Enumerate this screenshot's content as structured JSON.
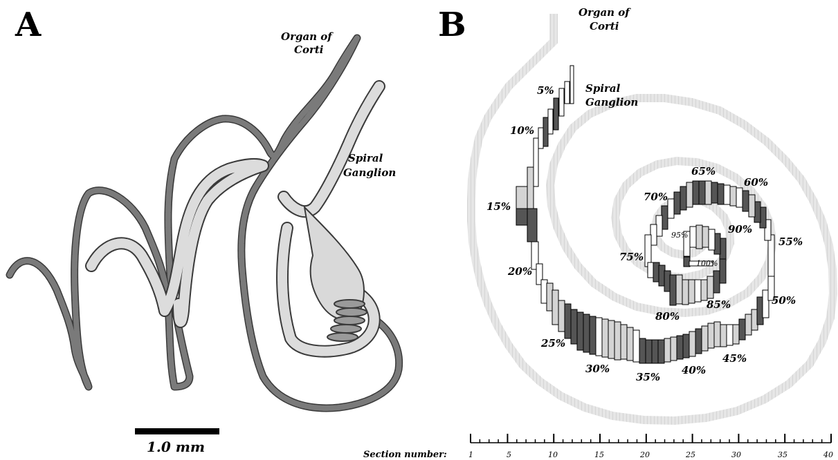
{
  "panels": {
    "a": {
      "letter": "A",
      "organ_label": [
        "Organ of",
        "Corti"
      ],
      "ganglion_label": [
        "Spiral",
        "Ganglion"
      ],
      "scale_bar_label": "1.0 mm"
    },
    "b": {
      "letter": "B",
      "organ_label": [
        "Organ of",
        "Corti"
      ],
      "ganglion_label": [
        "Spiral",
        "Ganglion"
      ],
      "percent_labels": [
        "5%",
        "10%",
        "15%",
        "20%",
        "25%",
        "30%",
        "35%",
        "40%",
        "45%",
        "50%",
        "55%",
        "60%",
        "65%",
        "70%",
        "75%",
        "80%",
        "85%",
        "90%",
        "95%",
        "100%"
      ],
      "axis_title": "Section number:",
      "axis_ticks": [
        "1",
        "5",
        "10",
        "15",
        "20",
        "25",
        "30",
        "35",
        "40"
      ]
    }
  },
  "colors": {
    "organ_of_corti": "#6e6e6e",
    "spiral_ganglion": "#d9d9d9",
    "outline": "#3a3a3a",
    "panel_b_pale": "#e2e2e2",
    "panel_b_dark": "#555555",
    "panel_b_light": "#d4d4d4"
  }
}
